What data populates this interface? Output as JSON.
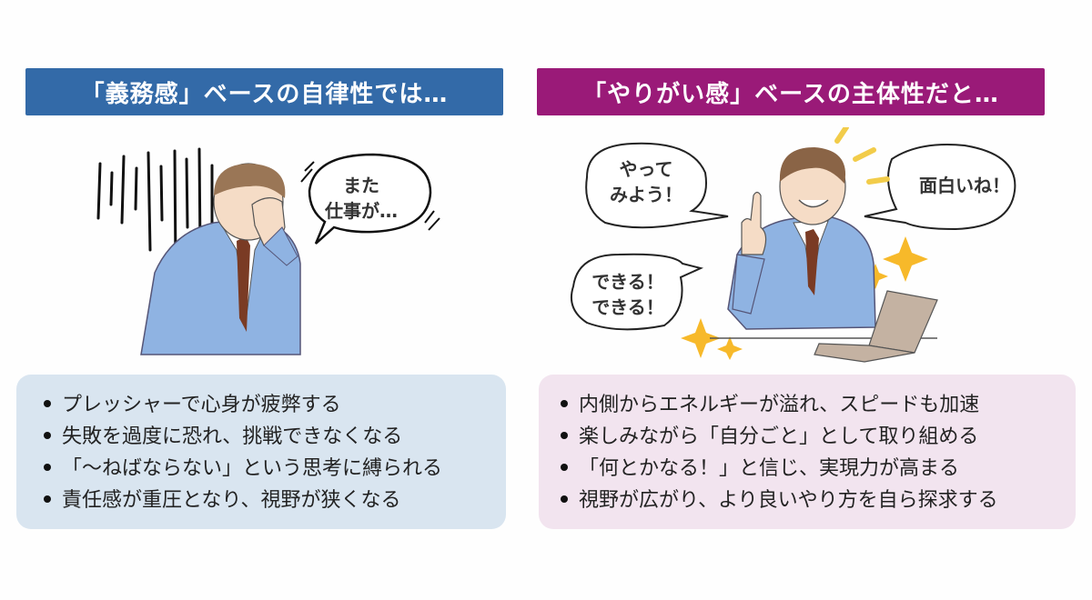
{
  "left": {
    "header": "「義務感」ベースの自律性では…",
    "header_color": "#336aa8",
    "speech_bubble": [
      "また",
      "仕事が…"
    ],
    "box_color": "#d9e5f0",
    "points": [
      "プレッシャーで心身が疲弊する",
      "失敗を過度に恐れ、挑戦できなくなる",
      "「～ねばならない」という思考に縛られる",
      "責任感が重圧となり、視野が狭くなる"
    ]
  },
  "right": {
    "header": "「やりがい感」ベースの主体性だと…",
    "header_color": "#9a1a78",
    "speech_bubbles": {
      "top_left": [
        "やって",
        "みよう！"
      ],
      "top_right": [
        "面白いね！"
      ],
      "bottom_left": [
        "できる！",
        "できる！"
      ]
    },
    "box_color": "#f2e4ef",
    "points": [
      "内側からエネルギーが溢れ、スピードも加速",
      "楽しみながら「自分ごと」として取り組める",
      "「何とかなる！」と信じ、実現力が高まる",
      "視野が広がり、より良いやり方を自ら探求する"
    ]
  }
}
